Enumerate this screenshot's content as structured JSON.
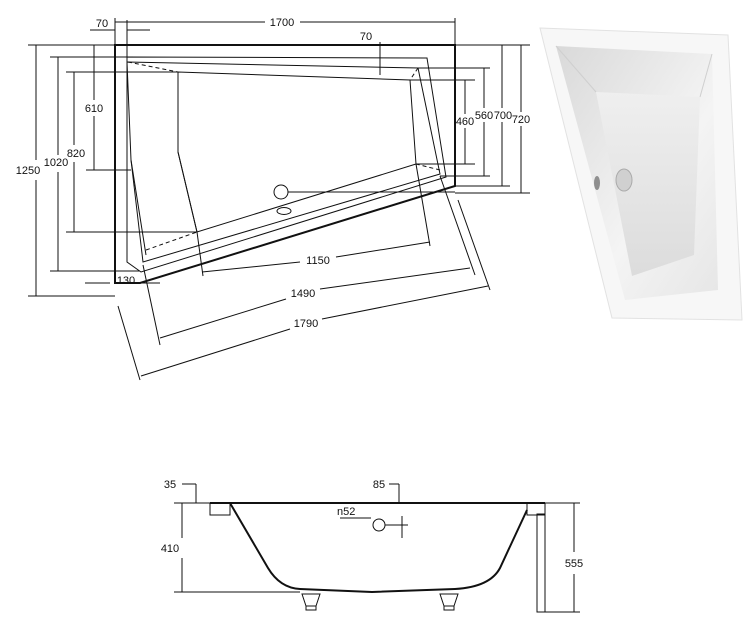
{
  "top_view": {
    "dims": {
      "width_total": "1700",
      "left_offset": "70",
      "top_offset": "70",
      "h_1250": "1250",
      "h_1020": "1020",
      "h_820": "820",
      "h_610": "610",
      "r_460": "460",
      "r_560": "560",
      "r_700": "700",
      "r_720": "720",
      "bottom_130": "130",
      "diag_1150": "1150",
      "diag_1490": "1490",
      "diag_1790": "1790"
    }
  },
  "side_view": {
    "dims": {
      "rim_35": "35",
      "rim_85": "85",
      "drain_label": "n52",
      "depth_410": "410",
      "height_555": "555"
    }
  },
  "photo": {
    "subject": "white asymmetric corner bathtub"
  }
}
